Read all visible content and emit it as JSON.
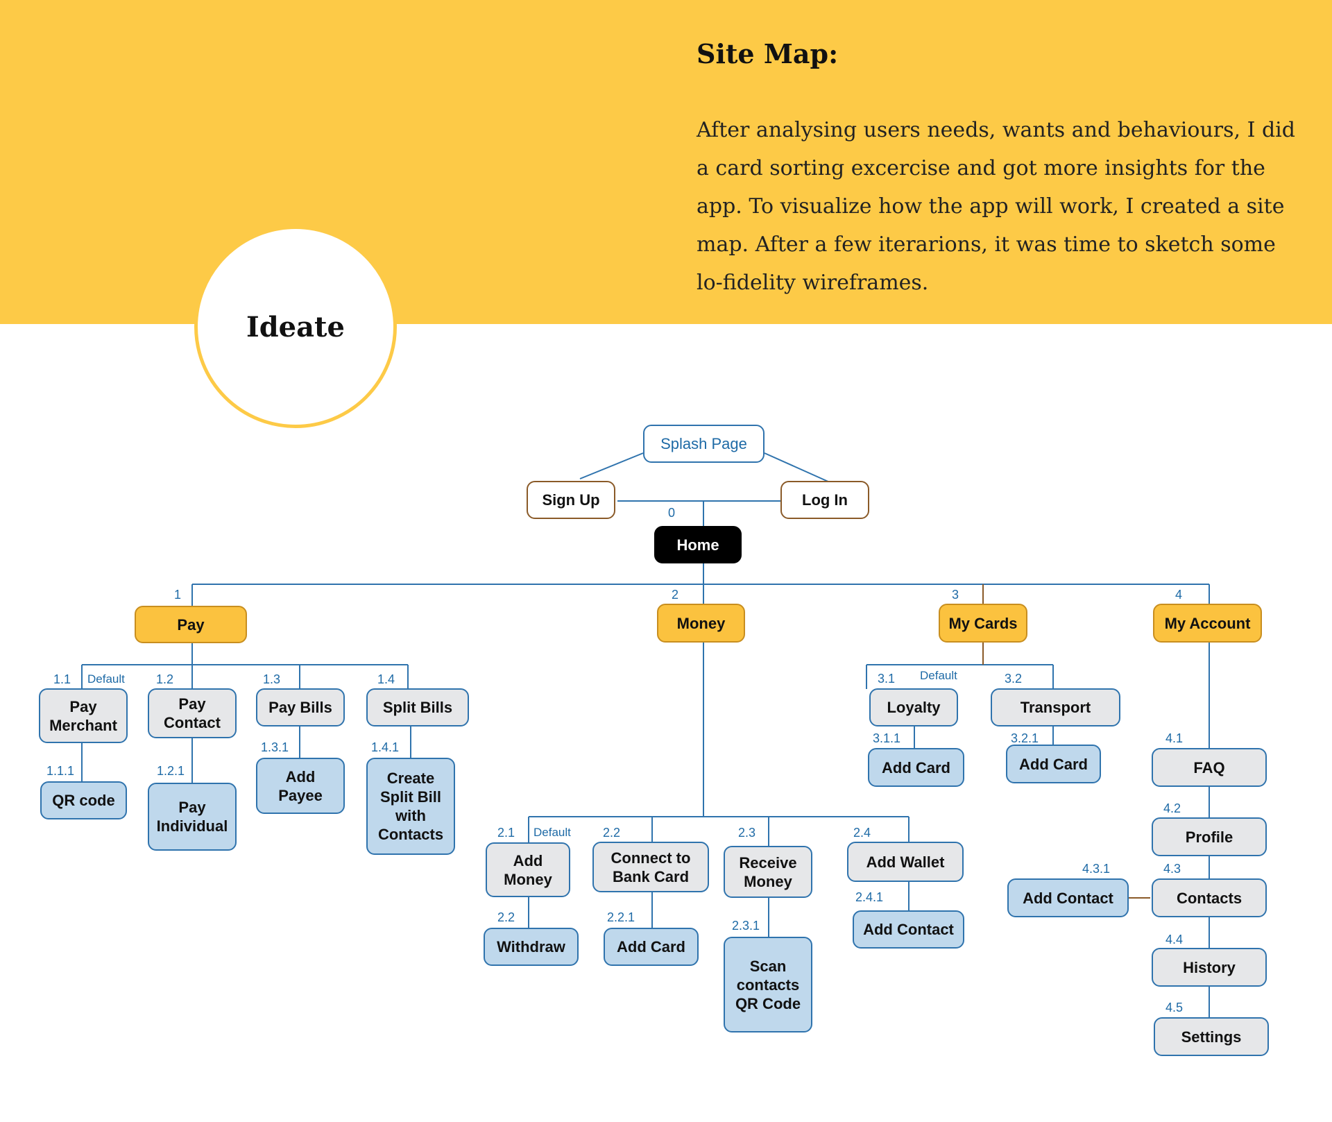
{
  "header": {
    "heading": "Site Map:",
    "intro": "After analysing users needs, wants and behaviours, I did a card sorting excercise and got more insights for the app. To visualize how the app will work, I created a site map. After a few iterarions, it was time to sketch some lo-fidelity wireframes.",
    "badge": "Ideate",
    "colors": {
      "banner": "#fdca47",
      "section": "#fbc23f",
      "page": "#e6e7e9",
      "subpage": "#bfd8ec",
      "link": "#2f73ad",
      "accent_link": "#8a5a28"
    }
  },
  "sitemap": {
    "nodes": {
      "splash": "Splash Page",
      "signup": "Sign Up",
      "login": "Log In",
      "home": "Home",
      "pay": "Pay",
      "money": "Money",
      "mycards": "My Cards",
      "myaccount": "My Account",
      "pay_merchant": "Pay\nMerchant",
      "pay_contact": "Pay\nContact",
      "pay_bills": "Pay Bills",
      "split_bills": "Split Bills",
      "qr_code": "QR code",
      "pay_individual": "Pay\nIndividual",
      "add_payee": "Add\nPayee",
      "create_split": "Create\nSplit Bill\nwith\nContacts",
      "add_money": "Add\nMoney",
      "connect_bank": "Connect to\nBank Card",
      "receive_money": "Receive\nMoney",
      "add_wallet": "Add Wallet",
      "withdraw": "Withdraw",
      "add_card_22": "Add Card",
      "scan_qr": "Scan\ncontacts\nQR Code",
      "add_contact_24": "Add Contact",
      "loyalty": "Loyalty",
      "transport": "Transport",
      "add_card_31": "Add Card",
      "add_card_32": "Add Card",
      "faq": "FAQ",
      "profile": "Profile",
      "contacts": "Contacts",
      "add_contact_43": "Add Contact",
      "history": "History",
      "settings": "Settings"
    },
    "labels": {
      "n0": "0",
      "n1": "1",
      "n2": "2",
      "n3": "3",
      "n4": "4",
      "n1_1": "1.1",
      "n1_2": "1.2",
      "n1_3": "1.3",
      "n1_4": "1.4",
      "n1_1_1": "1.1.1",
      "n1_2_1": "1.2.1",
      "n1_3_1": "1.3.1",
      "n1_4_1": "1.4.1",
      "n2_1": "2.1",
      "n2_2": "2.2",
      "n2_3": "2.3",
      "n2_4": "2.4",
      "n2_2b": "2.2",
      "n2_2_1": "2.2.1",
      "n2_3_1": "2.3.1",
      "n2_4_1": "2.4.1",
      "n3_1": "3.1",
      "n3_2": "3.2",
      "n3_1_1": "3.1.1",
      "n3_2_1": "3.2.1",
      "n4_1": "4.1",
      "n4_2": "4.2",
      "n4_3": "4.3",
      "n4_3_1": "4.3.1",
      "n4_4": "4.4",
      "n4_5": "4.5",
      "default": "Default"
    }
  }
}
